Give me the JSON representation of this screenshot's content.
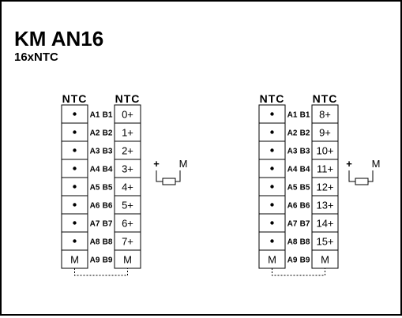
{
  "title": "KM AN16",
  "subtitle": "16xNTC",
  "colors": {
    "line": "#000000",
    "background": "#ffffff"
  },
  "connectors": [
    {
      "left_header": "NTC",
      "right_header": "NTC",
      "rows": [
        {
          "left": "•",
          "pins": [
            "A1",
            "B1"
          ],
          "right": "0+"
        },
        {
          "left": "•",
          "pins": [
            "A2",
            "B2"
          ],
          "right": "1+"
        },
        {
          "left": "•",
          "pins": [
            "A3",
            "B3"
          ],
          "right": "2+"
        },
        {
          "left": "•",
          "pins": [
            "A4",
            "B4"
          ],
          "right": "3+"
        },
        {
          "left": "•",
          "pins": [
            "A5",
            "B5"
          ],
          "right": "4+"
        },
        {
          "left": "•",
          "pins": [
            "A6",
            "B6"
          ],
          "right": "5+"
        },
        {
          "left": "•",
          "pins": [
            "A7",
            "B7"
          ],
          "right": "6+"
        },
        {
          "left": "•",
          "pins": [
            "A8",
            "B8"
          ],
          "right": "7+"
        },
        {
          "left": "M",
          "pins": [
            "A9",
            "B9"
          ],
          "right": "M"
        }
      ],
      "symbol": {
        "plus": "+",
        "minus": "M"
      }
    },
    {
      "left_header": "NTC",
      "right_header": "NTC",
      "rows": [
        {
          "left": "•",
          "pins": [
            "A1",
            "B1"
          ],
          "right": "8+"
        },
        {
          "left": "•",
          "pins": [
            "A2",
            "B2"
          ],
          "right": "9+"
        },
        {
          "left": "•",
          "pins": [
            "A3",
            "B3"
          ],
          "right": "10+"
        },
        {
          "left": "•",
          "pins": [
            "A4",
            "B4"
          ],
          "right": "11+"
        },
        {
          "left": "•",
          "pins": [
            "A5",
            "B5"
          ],
          "right": "12+"
        },
        {
          "left": "•",
          "pins": [
            "A6",
            "B6"
          ],
          "right": "13+"
        },
        {
          "left": "•",
          "pins": [
            "A7",
            "B7"
          ],
          "right": "14+"
        },
        {
          "left": "•",
          "pins": [
            "A8",
            "B8"
          ],
          "right": "15+"
        },
        {
          "left": "M",
          "pins": [
            "A9",
            "B9"
          ],
          "right": "M"
        }
      ],
      "symbol": {
        "plus": "+",
        "minus": "M"
      }
    }
  ]
}
